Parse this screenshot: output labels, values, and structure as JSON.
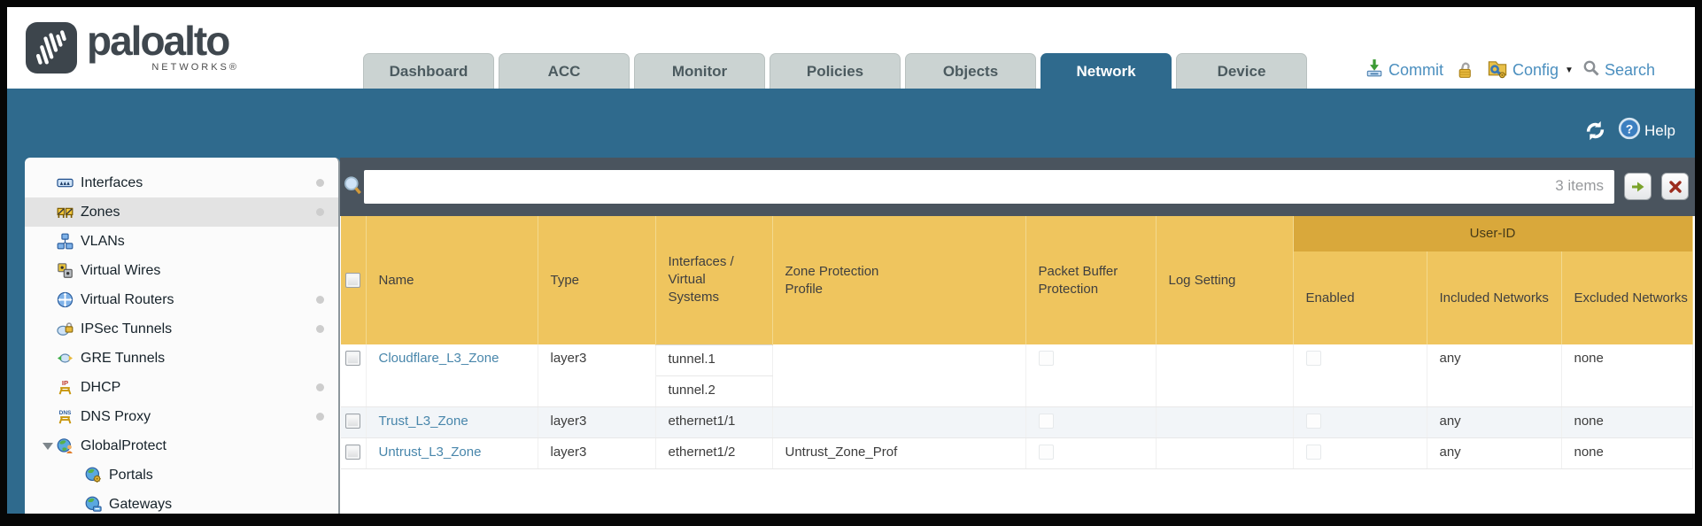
{
  "brand": {
    "name": "paloalto",
    "sub": "NETWORKS®"
  },
  "tabs": [
    {
      "label": "Dashboard",
      "active": false
    },
    {
      "label": "ACC",
      "active": false
    },
    {
      "label": "Monitor",
      "active": false
    },
    {
      "label": "Policies",
      "active": false
    },
    {
      "label": "Objects",
      "active": false
    },
    {
      "label": "Network",
      "active": true
    },
    {
      "label": "Device",
      "active": false
    }
  ],
  "utilities": {
    "commit": "Commit",
    "config": "Config",
    "search": "Search",
    "help": "Help"
  },
  "sidebar": {
    "items": [
      {
        "label": "Interfaces",
        "icon": "interfaces-icon",
        "dot": true
      },
      {
        "label": "Zones",
        "icon": "zones-icon",
        "dot": true,
        "selected": true
      },
      {
        "label": "VLANs",
        "icon": "vlans-icon",
        "dot": false
      },
      {
        "label": "Virtual Wires",
        "icon": "virtual-wires-icon",
        "dot": false
      },
      {
        "label": "Virtual Routers",
        "icon": "virtual-routers-icon",
        "dot": true
      },
      {
        "label": "IPSec Tunnels",
        "icon": "ipsec-tunnels-icon",
        "dot": true
      },
      {
        "label": "GRE Tunnels",
        "icon": "gre-tunnels-icon",
        "dot": false
      },
      {
        "label": "DHCP",
        "icon": "dhcp-icon",
        "dot": true
      },
      {
        "label": "DNS Proxy",
        "icon": "dns-proxy-icon",
        "dot": true
      },
      {
        "label": "GlobalProtect",
        "icon": "globalprotect-icon",
        "dot": false,
        "expanded": true
      },
      {
        "label": "Portals",
        "icon": "portals-icon",
        "dot": false,
        "child": true
      },
      {
        "label": "Gateways",
        "icon": "gateways-icon",
        "dot": false,
        "child": true
      }
    ]
  },
  "toolbar": {
    "filter_value": "",
    "items_count": "3 items"
  },
  "table": {
    "group_header": "User-ID",
    "columns": {
      "name": "Name",
      "type": "Type",
      "interfaces": "Interfaces / Virtual Systems",
      "zone_protection": "Zone Protection Profile",
      "packet_buffer": "Packet Buffer Protection",
      "log_setting": "Log Setting",
      "enabled": "Enabled",
      "included": "Included Networks",
      "excluded": "Excluded Networks"
    },
    "rows": [
      {
        "name": "Cloudflare_L3_Zone",
        "type": "layer3",
        "interfaces": [
          "tunnel.1",
          "tunnel.2"
        ],
        "zone_protection": "",
        "log_setting": "",
        "included": "any",
        "excluded": "none"
      },
      {
        "name": "Trust_L3_Zone",
        "type": "layer3",
        "interfaces": [
          "ethernet1/1"
        ],
        "zone_protection": "",
        "log_setting": "",
        "included": "any",
        "excluded": "none"
      },
      {
        "name": "Untrust_L3_Zone",
        "type": "layer3",
        "interfaces": [
          "ethernet1/2"
        ],
        "zone_protection": "Untrust_Zone_Prof",
        "log_setting": "",
        "included": "any",
        "excluded": "none"
      }
    ]
  },
  "colors": {
    "accent_blue": "#2f6a8d",
    "slate": "#4a545e",
    "header_gold": "#efc55e",
    "band_gold": "#d9a83b",
    "link_blue": "#4886ab"
  }
}
